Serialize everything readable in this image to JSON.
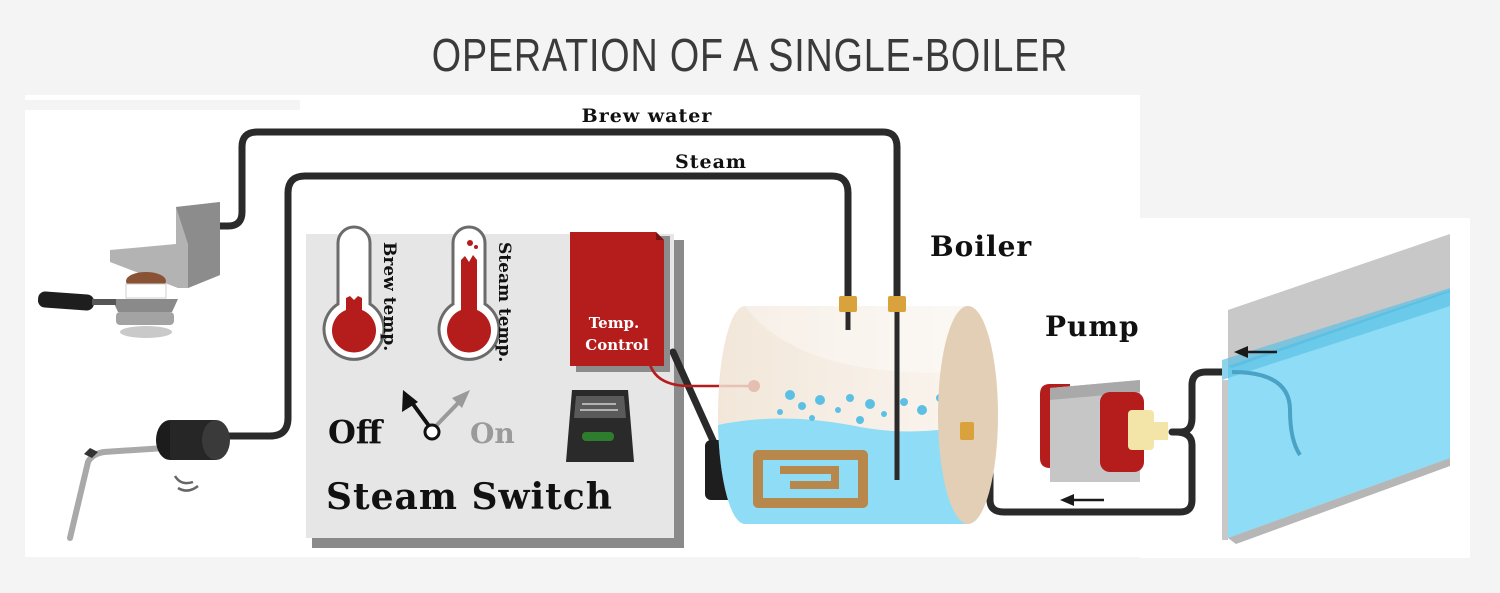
{
  "title": "OPERATION OF A SINGLE-BOILER",
  "labels": {
    "brew_water": "Brew water",
    "steam": "Steam",
    "boiler": "Boiler",
    "pump": "Pump",
    "brew_temp": "Brew temp.",
    "steam_temp": "Steam temp.",
    "temp_control_line1": "Temp.",
    "temp_control_line2": "Control",
    "off": "Off",
    "on": "On",
    "steam_switch": "Steam Switch"
  },
  "colors": {
    "red": "#b51c1c",
    "water": "#8edcf5",
    "water_dark": "#5cc0e4",
    "pipe": "#2a2a2a",
    "boiler_tan": "#e8d3bb",
    "heating_element": "#b8874c",
    "brass": "#d9a23c",
    "panel": "#e6e6e6"
  }
}
